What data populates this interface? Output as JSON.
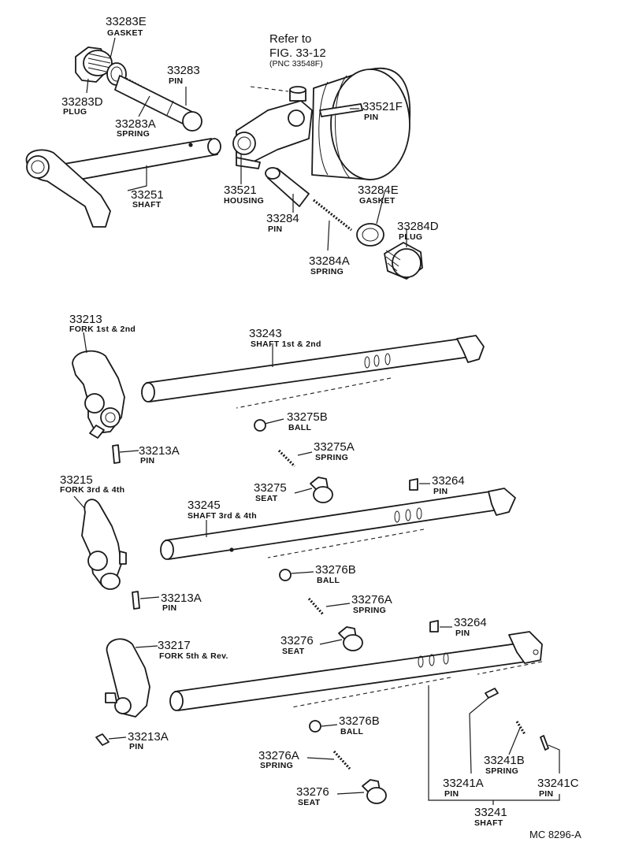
{
  "reference": {
    "line1": "Refer to",
    "line2": "FIG. 33-12",
    "line3": "(PNC 33548F)"
  },
  "drawing_code": "MC  8296-A",
  "parts": [
    {
      "num": "33283E",
      "name": "GASKET"
    },
    {
      "num": "33283D",
      "name": "PLUG"
    },
    {
      "num": "33283",
      "name": "PIN"
    },
    {
      "num": "33283A",
      "name": "SPRING"
    },
    {
      "num": "33251",
      "name": "SHAFT"
    },
    {
      "num": "33521F",
      "name": "PIN"
    },
    {
      "num": "33521",
      "name": "HOUSING"
    },
    {
      "num": "33284E",
      "name": "GASKET"
    },
    {
      "num": "33284",
      "name": "PIN"
    },
    {
      "num": "33284D",
      "name": "PLUG"
    },
    {
      "num": "33284A",
      "name": "SPRING"
    },
    {
      "num": "33213",
      "name": "FORK 1st & 2nd"
    },
    {
      "num": "33243",
      "name": "SHAFT 1st & 2nd"
    },
    {
      "num": "33275B",
      "name": "BALL"
    },
    {
      "num": "33213A",
      "name": "PIN"
    },
    {
      "num": "33275A",
      "name": "SPRING"
    },
    {
      "num": "33215",
      "name": "FORK 3rd & 4th"
    },
    {
      "num": "33275",
      "name": "SEAT"
    },
    {
      "num": "33264",
      "name": "PIN"
    },
    {
      "num": "33245",
      "name": "SHAFT 3rd & 4th"
    },
    {
      "num": "33276B",
      "name": "BALL"
    },
    {
      "num": "33213A",
      "name": "PIN"
    },
    {
      "num": "33276A",
      "name": "SPRING"
    },
    {
      "num": "33264",
      "name": "PIN"
    },
    {
      "num": "33217",
      "name": "FORK 5th & Rev."
    },
    {
      "num": "33276",
      "name": "SEAT"
    },
    {
      "num": "33276B",
      "name": "BALL"
    },
    {
      "num": "33213A",
      "name": "PIN"
    },
    {
      "num": "33241B",
      "name": "SPRING"
    },
    {
      "num": "33276A",
      "name": "SPRING"
    },
    {
      "num": "33241A",
      "name": "PIN"
    },
    {
      "num": "33241C",
      "name": "PIN"
    },
    {
      "num": "33276",
      "name": "SEAT"
    },
    {
      "num": "33241",
      "name": "SHAFT"
    }
  ]
}
